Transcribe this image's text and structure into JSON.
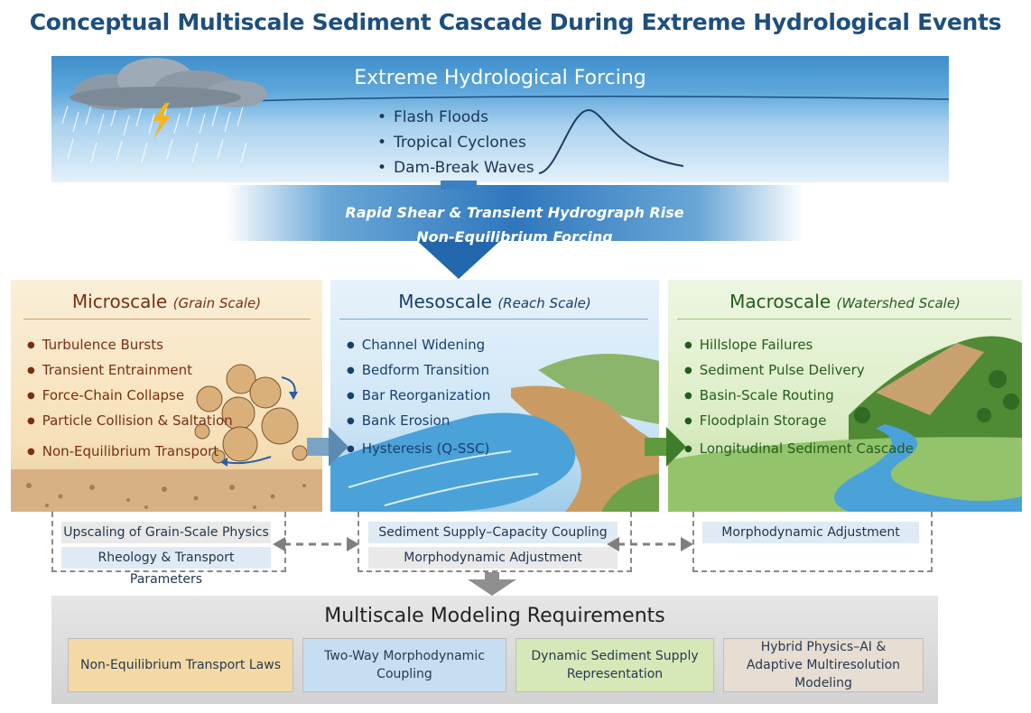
{
  "title": "Conceptual Multiscale Sediment Cascade During Extreme Hydrological Events",
  "forcing": {
    "title": "Extreme Hydrological Forcing",
    "items": [
      "Flash Floods",
      "Tropical Cyclones",
      "Dam-Break Waves"
    ]
  },
  "arrow": {
    "line1": "Rapid Shear & Transient Hydrograph Rise",
    "line2": "Non-Equilibrium Forcing"
  },
  "panels": {
    "micro": {
      "title": "Microscale",
      "subtitle": "(Grain Scale)",
      "items": [
        "Turbulence Bursts",
        "Transient Entrainment",
        "Force-Chain Collapse",
        "Particle Collision & Saltation",
        "Non-Equilibrium Transport"
      ],
      "color": "#7a2e12"
    },
    "meso": {
      "title": "Mesoscale",
      "subtitle": "(Reach Scale)",
      "items": [
        "Channel Widening",
        "Bedform Transition",
        "Bar Reorganization",
        "Bank Erosion",
        "Hysteresis (Q-SSC)"
      ],
      "color": "#18406e"
    },
    "macro": {
      "title": "Macroscale",
      "subtitle": "(Watershed Scale)",
      "items": [
        "Hillslope Failures",
        "Sediment Pulse Delivery",
        "Basin-Scale Routing",
        "Floodplain Storage",
        "Longitudinal Sediment Cascade"
      ],
      "color": "#245c1c"
    }
  },
  "bridges": {
    "micro": [
      "Upscaling of Grain-Scale Physics",
      "Rheology & Transport Parameters"
    ],
    "meso": [
      "Sediment Supply–Capacity Coupling",
      "Morphodynamic Adjustment"
    ],
    "macro": [
      "Morphodynamic Adjustment"
    ]
  },
  "requirements": {
    "title": "Multiscale Modeling Requirements",
    "boxes": [
      {
        "label": "Non-Equilibrium Transport Laws",
        "color": "#f4d9a6"
      },
      {
        "label": "Two-Way Morphodynamic Coupling",
        "color": "#c7def2"
      },
      {
        "label": "Dynamic Sediment Supply Representation",
        "color": "#d6e8b8"
      },
      {
        "label": "Hybrid Physics–AI & Adaptive Multiresolution Modeling",
        "color": "#e6ddd3"
      }
    ]
  }
}
